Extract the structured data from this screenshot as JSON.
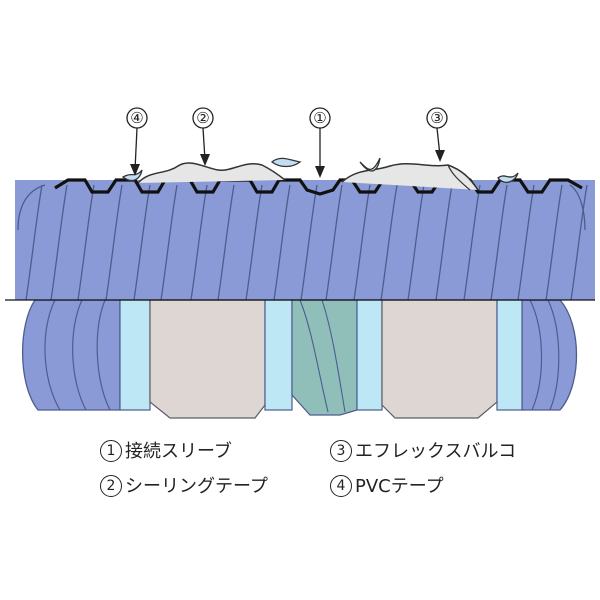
{
  "callouts": [
    {
      "num": "④"
    },
    {
      "num": "②"
    },
    {
      "num": "①"
    },
    {
      "num": "③"
    }
  ],
  "legend": [
    {
      "num": "1",
      "label": "接続スリーブ"
    },
    {
      "num": "2",
      "label": "シーリングテープ"
    },
    {
      "num": "3",
      "label": "エフレックスバルコ"
    },
    {
      "num": "4",
      "label": "PVCテープ"
    }
  ],
  "colors": {
    "pipe_blue": "#8a9ad6",
    "pipe_stroke": "#4e5c8e",
    "sleeve_cyan": "#bde7f5",
    "inner_gray": "#ddd6d2",
    "joint_teal": "#8fbfb8",
    "tape_light": "#c3def3"
  }
}
